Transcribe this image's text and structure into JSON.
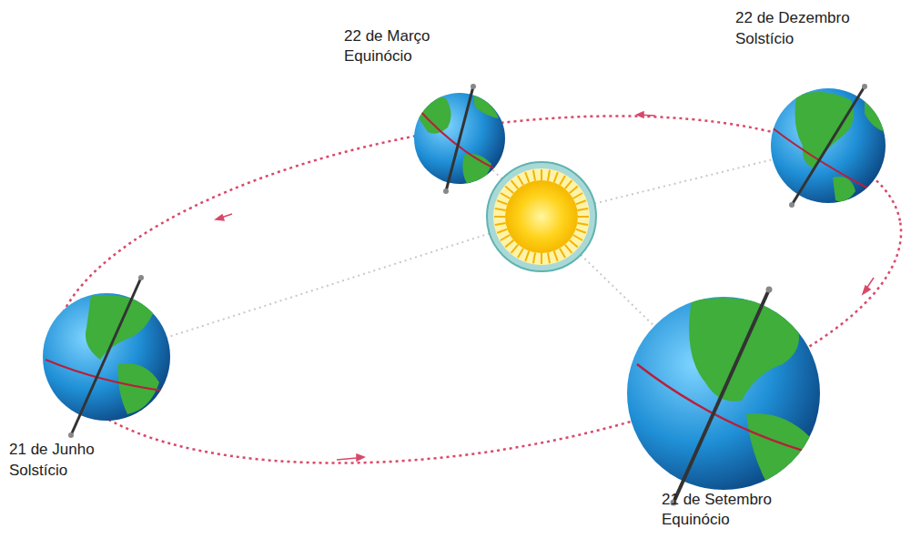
{
  "diagram": {
    "labels": [
      "22 de Março",
      "Equinócio",
      "22 de Dezembro",
      "Solstício",
      "21 de Junho",
      "Solstício",
      "21 de Setembro",
      "Equinócio"
    ]
  }
}
